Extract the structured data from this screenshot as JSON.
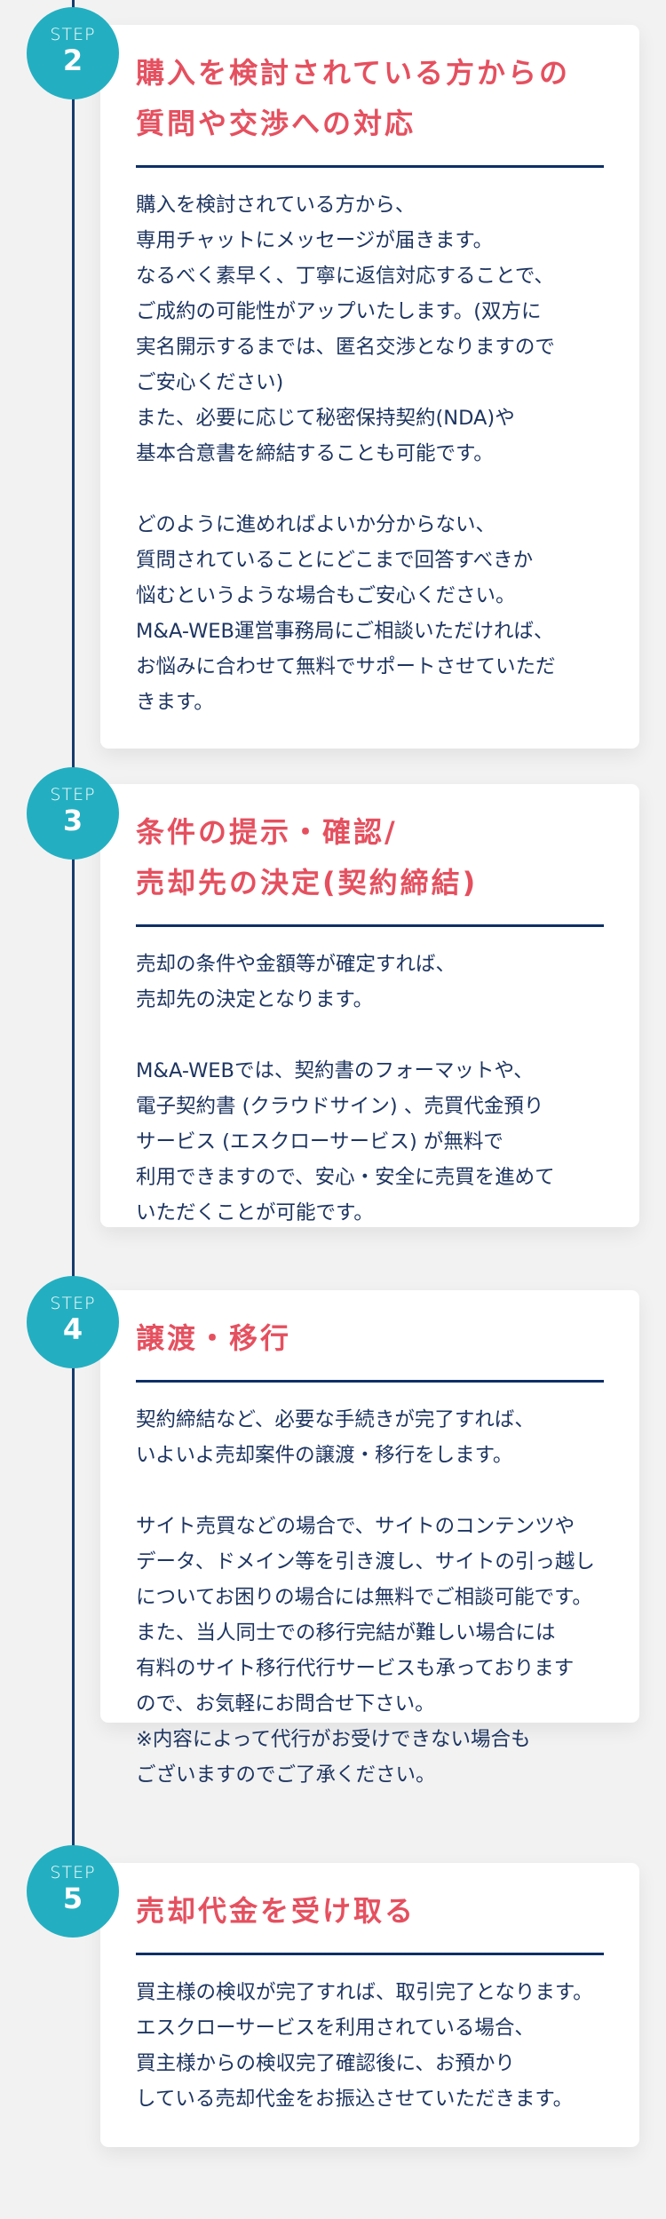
{
  "colors": {
    "accent_title": "#e5505f",
    "step_circle": "#23afc1",
    "navy": "#0d2f66",
    "text": "#1e3560",
    "background": "#f2f2f2"
  },
  "steps": [
    {
      "label": "STEP",
      "number": "2",
      "title": [
        "購入を検討されている方からの",
        "質問や交渉への対応"
      ],
      "body": [
        "購入を検討されている方から、",
        "専用チャットにメッセージが届きます。",
        "なるべく素早く、丁寧に返信対応することで、",
        "ご成約の可能性がアップいたします。(双方に",
        "実名開示するまでは、匿名交渉となりますので",
        "ご安心ください)",
        "また、必要に応じて秘密保持契約(NDA)や",
        "基本合意書を締結することも可能です。",
        "",
        "どのように進めればよいか分からない、",
        "質問されていることにどこまで回答すべきか",
        "悩むというような場合もご安心ください。",
        "M&A-WEB運営事務局にご相談いただければ、",
        "お悩みに合わせて無料でサポートさせていただ",
        "きます。"
      ]
    },
    {
      "label": "STEP",
      "number": "3",
      "title": [
        "条件の提示・確認/",
        "売却先の決定(契約締結)"
      ],
      "body": [
        "売却の条件や金額等が確定すれば、",
        "売却先の決定となります。",
        "",
        "M&A-WEBでは、契約書のフォーマットや、",
        "電子契約書 (クラウドサイン) 、売買代金預り",
        "サービス (エスクローサービス) が無料で",
        "利用できますので、安心・安全に売買を進めて",
        "いただくことが可能です。"
      ]
    },
    {
      "label": "STEP",
      "number": "4",
      "title": [
        "譲渡・移行"
      ],
      "body": [
        "契約締結など、必要な手続きが完了すれば、",
        "いよいよ売却案件の譲渡・移行をします。",
        "",
        "サイト売買などの場合で、サイトのコンテンツや",
        "データ、ドメイン等を引き渡し、サイトの引っ越し",
        "についてお困りの場合には無料でご相談可能です。",
        "また、当人同士での移行完結が難しい場合には",
        "有料のサイト移行代行サービスも承っております",
        "ので、お気軽にお問合せ下さい。",
        "※内容によって代行がお受けできない場合も",
        "ございますのでご了承ください。"
      ]
    },
    {
      "label": "STEP",
      "number": "5",
      "title": [
        "売却代金を受け取る"
      ],
      "body": [
        "買主様の検収が完了すれば、取引完了となります。",
        "エスクローサービスを利用されている場合、",
        "買主様からの検収完了確認後に、お預かり",
        "している売却代金をお振込させていただきます。"
      ]
    }
  ]
}
